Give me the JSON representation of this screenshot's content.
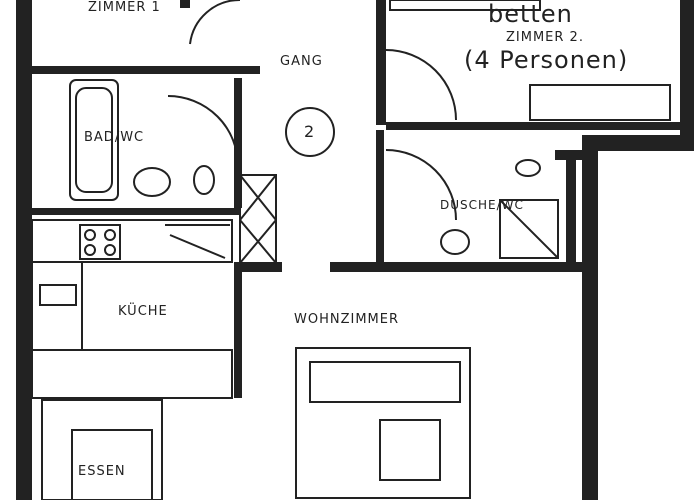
{
  "rooms": {
    "zimmer1": "ZIMMER 1",
    "gang": "GANG",
    "gang_number": "2",
    "bad": "BAD/WC",
    "zimmer2_note": "betten",
    "zimmer2": "ZIMMER 2.",
    "zimmer2_capacity": "(4 Personen)",
    "dusche": "DUSCHE/WC",
    "kueche": "KÜCHE",
    "wohnzimmer": "WOHNZIMMER",
    "essen": "ESSEN"
  }
}
